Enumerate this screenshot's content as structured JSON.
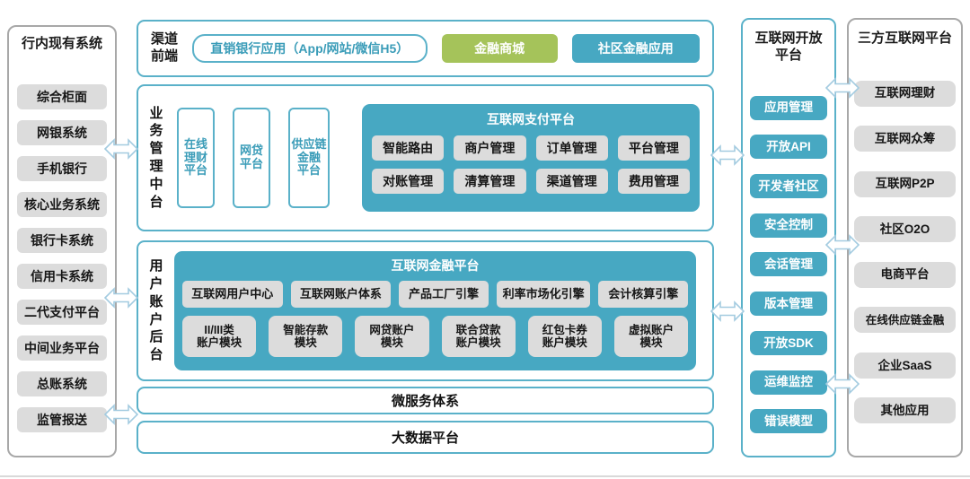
{
  "colors": {
    "teal": "#47a8c2",
    "green": "#a5c35a",
    "gray_button": "#dcdcdc",
    "teal_border": "#5ab1c9",
    "gray_border": "#a8a8a8",
    "arrow_stroke": "#a3cbe0"
  },
  "left_panel": {
    "title": "行内现有系统",
    "items": [
      "综合柜面",
      "网银系统",
      "手机银行",
      "核心业务系统",
      "银行卡系统",
      "信用卡系统",
      "二代支付平台",
      "中间业务平台",
      "总账系统",
      "监管报送"
    ]
  },
  "channel_front": {
    "label": "渠道\n前端",
    "app_button": "直销银行应用（App/网站/微信H5）",
    "mall_button": "金融商城",
    "community_button": "社区金融应用"
  },
  "business_mid": {
    "label": "业务管理中台",
    "platforms": [
      "在线\n理财\n平台",
      "网贷\n平台",
      "供应链\n金融\n平台"
    ],
    "payment": {
      "title": "互联网支付平台",
      "row1": [
        "智能路由",
        "商户管理",
        "订单管理",
        "平台管理"
      ],
      "row2": [
        "对账管理",
        "清算管理",
        "渠道管理",
        "费用管理"
      ]
    }
  },
  "user_back": {
    "label": "用户账户后台",
    "finance": {
      "title": "互联网金融平台",
      "row1": [
        "互联网用户中心",
        "互联网账户体系",
        "产品工厂引擎",
        "利率市场化引擎",
        "会计核算引擎"
      ],
      "row2": [
        "II/III类\n账户模块",
        "智能存款\n模块",
        "网贷账户\n模块",
        "联合贷款\n账户模块",
        "红包卡券\n账户模块",
        "虚拟账户\n模块"
      ]
    }
  },
  "bars": {
    "microservice": "微服务体系",
    "bigdata": "大数据平台"
  },
  "open_platform": {
    "title": "互联网开放\n平台",
    "items": [
      "应用管理",
      "开放API",
      "开发者社区",
      "安全控制",
      "会话管理",
      "版本管理",
      "开放SDK",
      "运维监控",
      "错误模型"
    ]
  },
  "third_party": {
    "title": "三方互联网平台",
    "items": [
      "互联网理财",
      "互联网众筹",
      "互联网P2P",
      "社区O2O",
      "电商平台",
      "在线供应链金融",
      "企业SaaS",
      "其他应用"
    ]
  }
}
